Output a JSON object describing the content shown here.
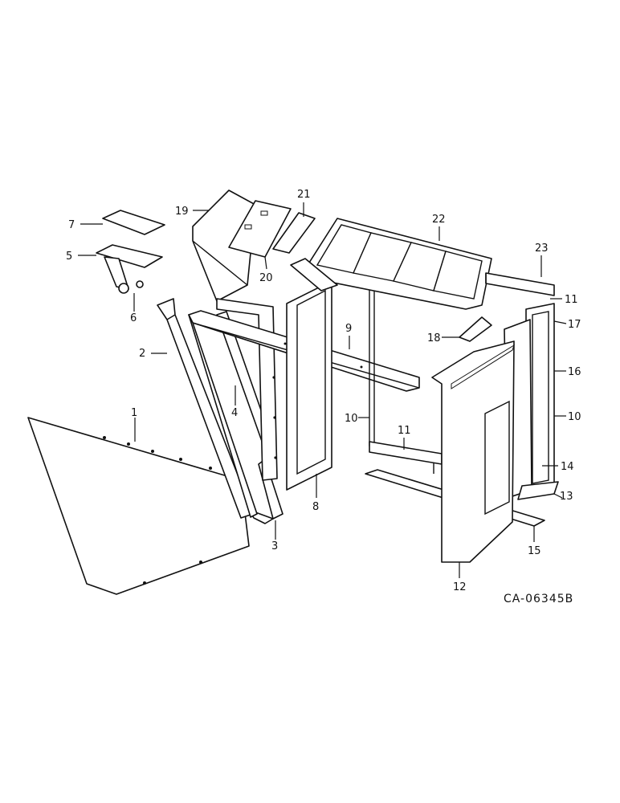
{
  "diagram": {
    "reference_code": "CA-06345B",
    "callouts": [
      {
        "id": "c1",
        "label": "1"
      },
      {
        "id": "c2",
        "label": "2"
      },
      {
        "id": "c3",
        "label": "3"
      },
      {
        "id": "c4",
        "label": "4"
      },
      {
        "id": "c5",
        "label": "5"
      },
      {
        "id": "c6",
        "label": "6"
      },
      {
        "id": "c7",
        "label": "7"
      },
      {
        "id": "c8",
        "label": "8"
      },
      {
        "id": "c9",
        "label": "9"
      },
      {
        "id": "c10a",
        "label": "10"
      },
      {
        "id": "c10b",
        "label": "10"
      },
      {
        "id": "c11a",
        "label": "11"
      },
      {
        "id": "c11b",
        "label": "11"
      },
      {
        "id": "c12",
        "label": "12"
      },
      {
        "id": "c13",
        "label": "13"
      },
      {
        "id": "c14",
        "label": "14"
      },
      {
        "id": "c15",
        "label": "15"
      },
      {
        "id": "c16",
        "label": "16"
      },
      {
        "id": "c17",
        "label": "17"
      },
      {
        "id": "c18",
        "label": "18"
      },
      {
        "id": "c19",
        "label": "19"
      },
      {
        "id": "c20",
        "label": "20"
      },
      {
        "id": "c21",
        "label": "21"
      },
      {
        "id": "c22",
        "label": "22"
      },
      {
        "id": "c23",
        "label": "23"
      }
    ]
  }
}
